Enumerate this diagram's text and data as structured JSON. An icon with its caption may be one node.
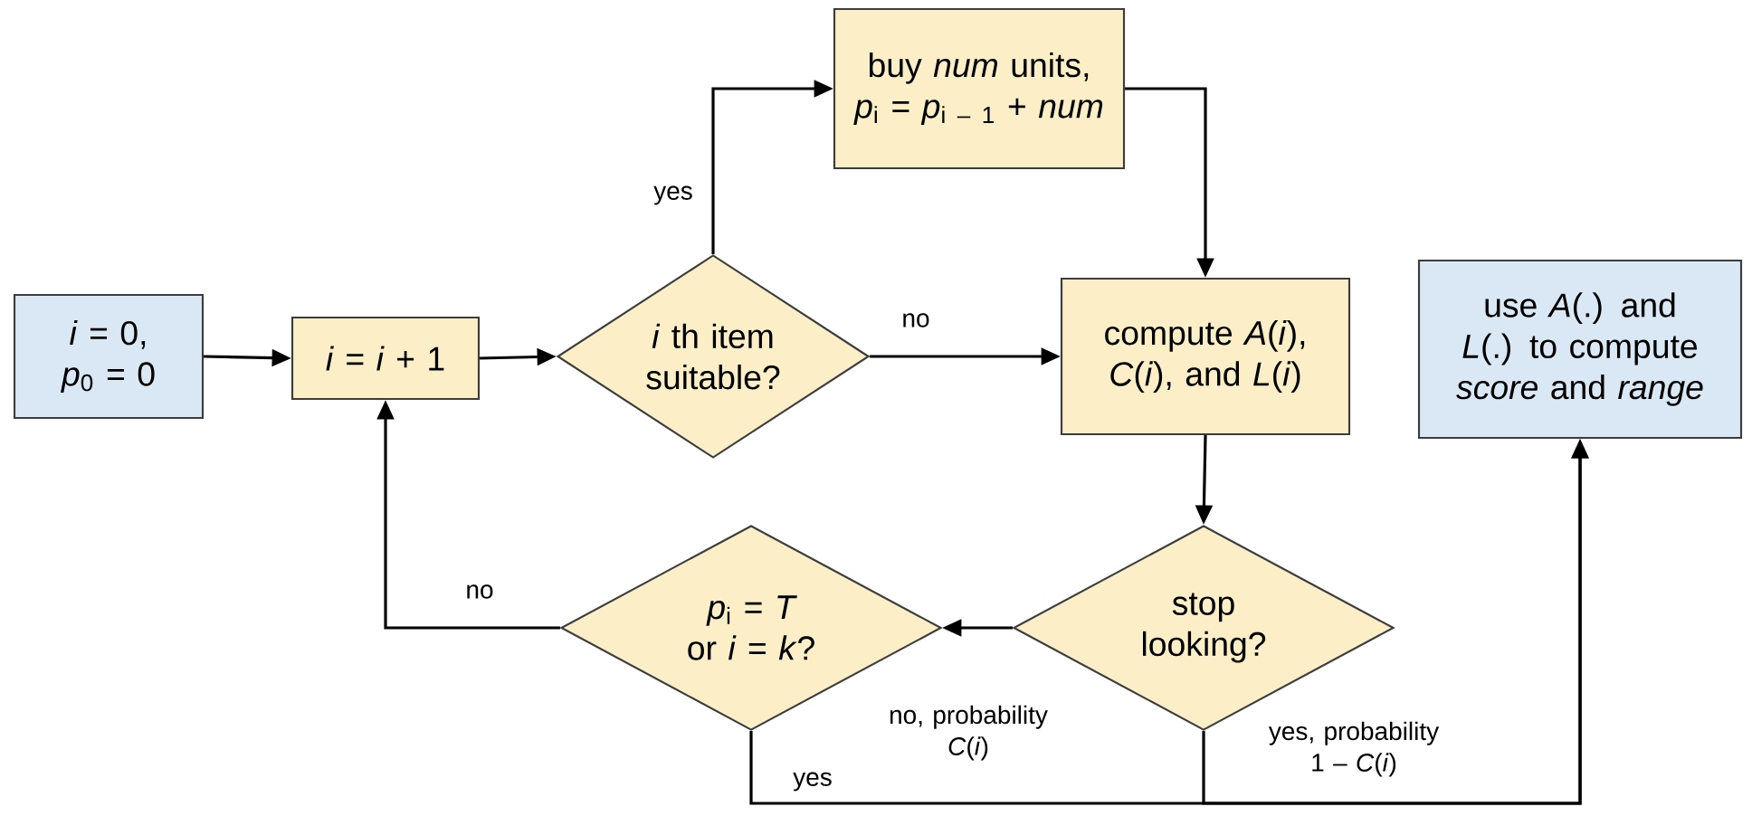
{
  "diagram": {
    "nodes": [
      {
        "text": [
          "*i* = 0, *p*$_{0}$ = 0"
        ]
      },
      {
        "text": [
          "*i* = *i* + 1"
        ]
      },
      {
        "text": [
          "*i* th item suitable?"
        ]
      },
      {
        "text": [
          "buy *num* units, *p*$_{i}$ = *p*$_{i – 1}$ + *num*"
        ]
      },
      {
        "text": [
          "compute *A*(*i*), *C*(*i*), and *L*(*i*)"
        ]
      },
      {
        "text": [
          "stop looking?"
        ]
      },
      {
        "text": [
          "*p*$_{i}$ = *T* or *i* = *k*?"
        ]
      },
      {
        "text": [
          "use *A*(.) and *L*(.) to compute *score* and *range*"
        ]
      }
    ],
    "edges": [
      {
        "from": 0,
        "to": 1,
        "arrow": "to"
      },
      {
        "from": 1,
        "to": 2,
        "arrow": "to"
      },
      {
        "from": 2,
        "to": 3,
        "arrow": "to",
        "label": "yes"
      },
      {
        "from": 2,
        "to": 4,
        "arrow": "to",
        "label": "no"
      },
      {
        "from": 3,
        "to": 4,
        "arrow": "to"
      },
      {
        "from": 4,
        "to": 5,
        "arrow": "to"
      },
      {
        "from": 5,
        "to": 6,
        "arrow": "to",
        "label": "no, probability *C*(*i*)"
      },
      {
        "from": 6,
        "to": 1,
        "arrow": "to",
        "label": "no"
      },
      {
        "from": 6,
        "to": 7,
        "arrow": "to",
        "label": "yes"
      },
      {
        "from": 5,
        "to": 7,
        "arrow": "to",
        "label": "yes, probability 1 – *C*(*i*)"
      }
    ]
  }
}
